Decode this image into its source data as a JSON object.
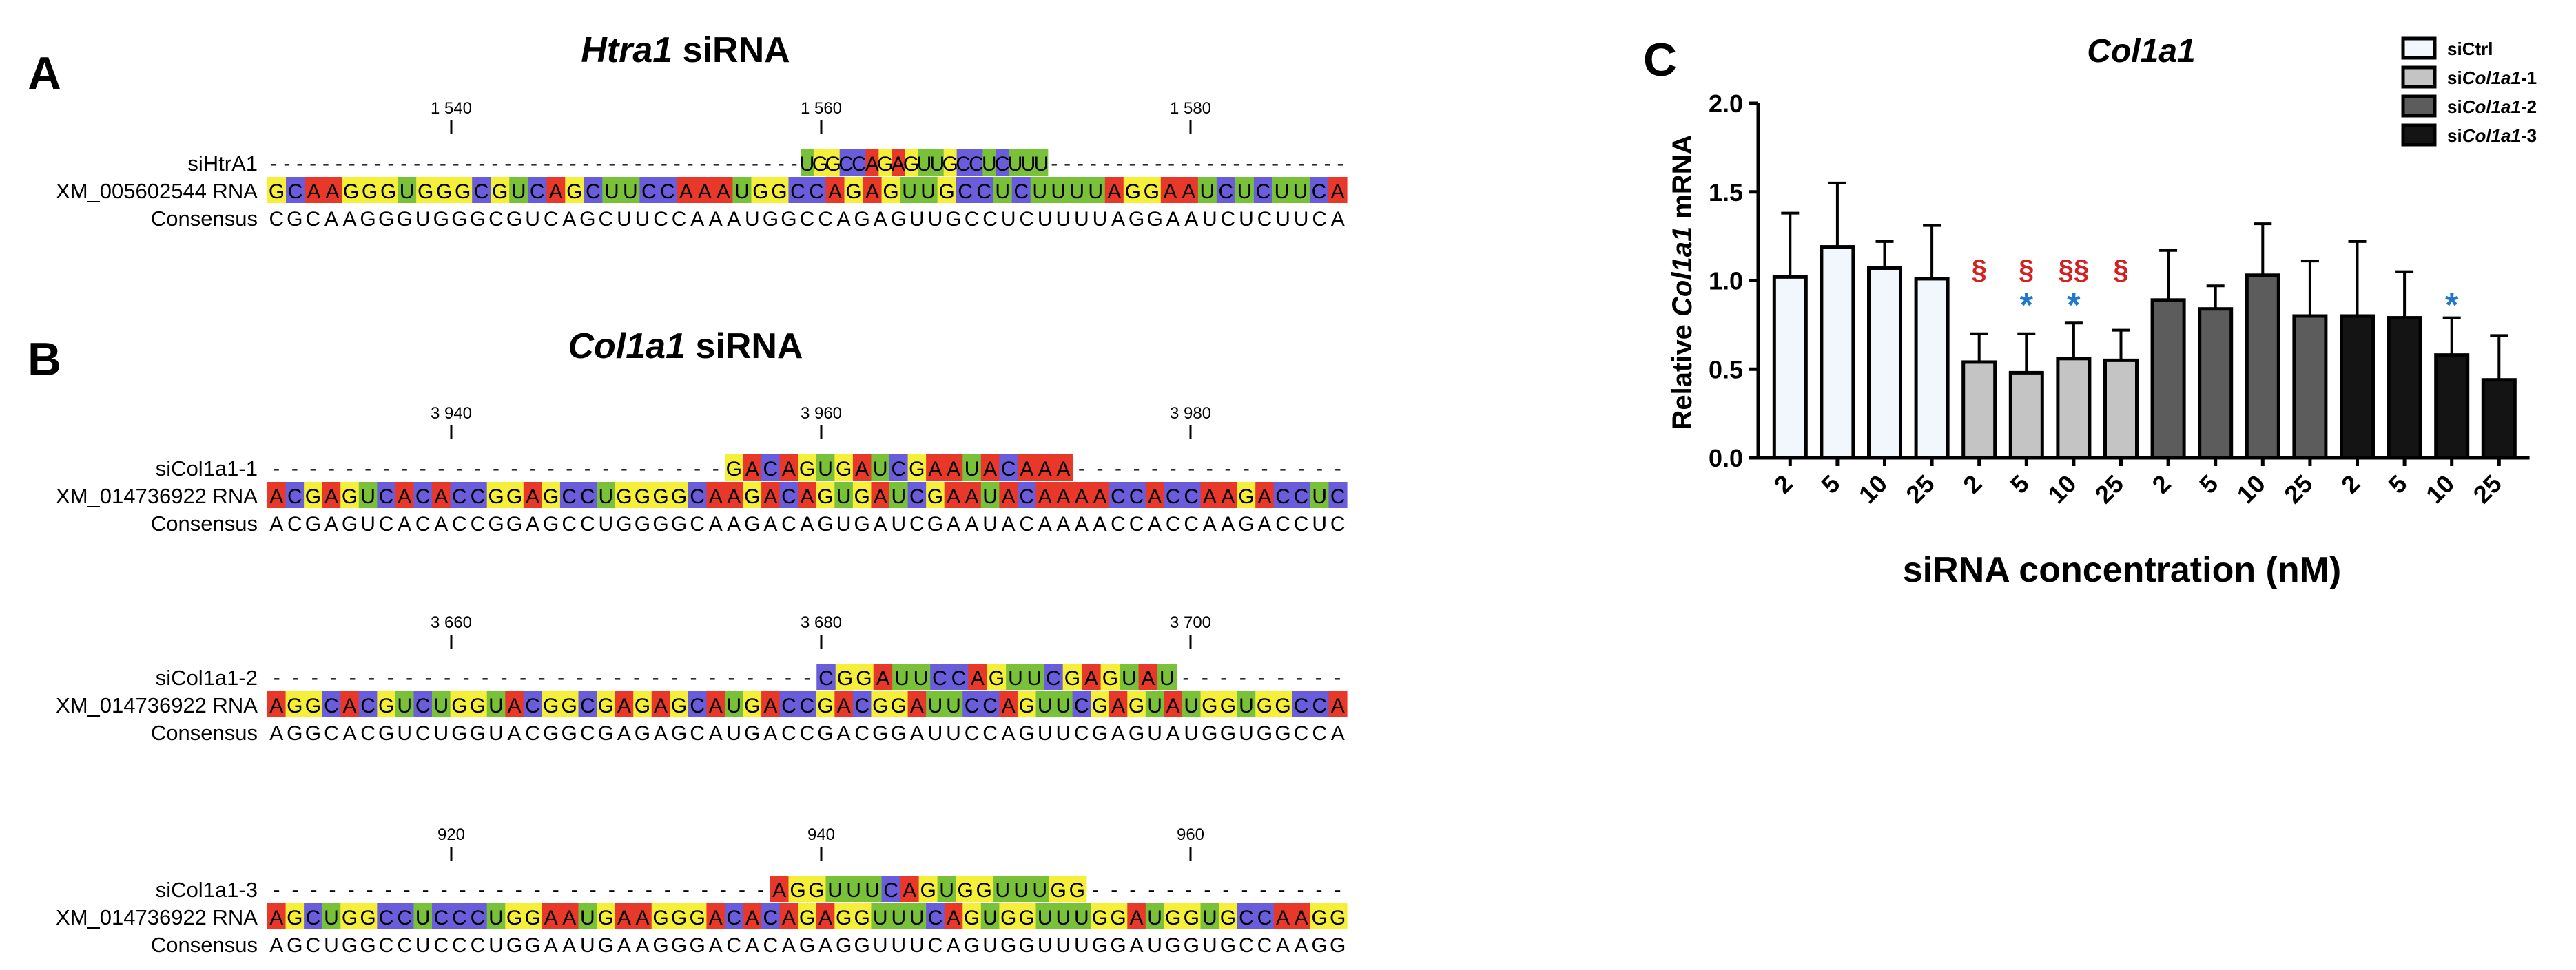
{
  "panel_a": {
    "letter": "A",
    "title_gene": "Htra1",
    "title_suffix": " siRNA",
    "positions": [
      "1 540",
      "1 560",
      "1 580"
    ],
    "rows": [
      {
        "label": "siHtrA1",
        "seq": "-----------------------------------------UGGCCAGAGUUGCCUCUUU-----------------------"
      },
      {
        "label": "XM_005602544 RNA",
        "seq": "GCAAGGGUGGGCGUCAGCUUCCAAAUGGCCAGAGUUGCCUCUUUUAGGAAUCUCUUCA"
      },
      {
        "label": "Consensus",
        "seq": "CGCAAGGGUGGGCGUCAGCUUCCAAAUGGCCAGAGUUGCCUCUUUUAGGAAUCUCUUCA"
      }
    ]
  },
  "panel_b": {
    "letter": "B",
    "title_gene": "Col1a1",
    "title_suffix": " siRNA",
    "blocks": [
      {
        "positions": [
          "3 940",
          "3 960",
          "3 980"
        ],
        "rows": [
          {
            "label": "siCol1a1-1",
            "seq": "-------------------------GACAGUGAUCGAAUACAAA---------------"
          },
          {
            "label": "XM_014736922 RNA",
            "seq": "ACGAGUCACACCGGAGCCUGGGGCAAGACAGUGAUCGAAUACAAAACCACCAAGACCUC"
          },
          {
            "label": "Consensus",
            "seq": "ACGAGUCACACCGGAGCCUGGGGCAAGACAGUGAUCGAAUACAAAACCACCAAGACCUC"
          }
        ]
      },
      {
        "positions": [
          "3 660",
          "3 680",
          "3 700"
        ],
        "rows": [
          {
            "label": "siCol1a1-2",
            "seq": "-----------------------------CGGAUUCCAGUUCGAGUAU---------"
          },
          {
            "label": "XM_014736922 RNA",
            "seq": "AGGCACGUCUGGUACGGCGAGAGCAUGACCGACGGAUUCCAGUUCGAGUAUGGUGGCCA"
          },
          {
            "label": "Consensus",
            "seq": "AGGCACGUCUGGUACGGCGAGAGCAUGACCGACGGAUUCCAGUUCGAGUAUGGUGGCCA"
          }
        ]
      },
      {
        "positions": [
          "920",
          "940",
          "960"
        ],
        "rows": [
          {
            "label": "siCol1a1-3",
            "seq": "---------------------------AGGUUUCAGUGGUUUGG--------------"
          },
          {
            "label": "XM_014736922 RNA",
            "seq": "AGCUGGCCUCCCUGGAAUGAAGGGACACAGAGGUUUCAGUGGUUUGGAUGGUGCCAAGG"
          },
          {
            "label": "Consensus",
            "seq": "AGCUGGCCUCCCUGGAAUGAAGGGACACAGAGGUUUCAGUGGUUUGGAUGGUGCCAAGG"
          }
        ]
      }
    ]
  },
  "nucleotide_colors": {
    "A": "#e8382a",
    "C": "#6a5ddb",
    "G": "#f5ef3a",
    "U": "#7ac13a"
  },
  "panel_c": {
    "letter": "C"
  },
  "chart_data": {
    "type": "bar",
    "title": "Col1a1",
    "ylabel_prefix": "Relative ",
    "ylabel_gene": "Col1a1",
    "ylabel_suffix": " mRNA",
    "xlabel": "siRNA concentration (nM)",
    "ylim": [
      0,
      2.0
    ],
    "yticks": [
      "0.0",
      "0.5",
      "1.0",
      "1.5",
      "2.0"
    ],
    "legend_position": "top-right",
    "legend": [
      {
        "prefix": "si",
        "name": "Ctrl",
        "italic": false,
        "color": "#f2f6fd"
      },
      {
        "prefix": "si",
        "name": "Col1a1",
        "suffix": "-1",
        "italic": true,
        "color": "#c4c4c4"
      },
      {
        "prefix": "si",
        "name": "Col1a1",
        "suffix": "-2",
        "italic": true,
        "color": "#5c5c5c"
      },
      {
        "prefix": "si",
        "name": "Col1a1",
        "suffix": "-3",
        "italic": true,
        "color": "#141414"
      }
    ],
    "groups": [
      {
        "name": "siCtrl",
        "categories": [
          "2",
          "5",
          "10",
          "25"
        ],
        "values": [
          1.02,
          1.19,
          1.07,
          1.01
        ],
        "errors": [
          0.36,
          0.36,
          0.15,
          0.3
        ]
      },
      {
        "name": "siCol1a1-1",
        "categories": [
          "2",
          "5",
          "10",
          "25"
        ],
        "values": [
          0.54,
          0.48,
          0.56,
          0.55
        ],
        "errors": [
          0.16,
          0.22,
          0.2,
          0.17
        ]
      },
      {
        "name": "siCol1a1-2",
        "categories": [
          "2",
          "5",
          "10",
          "25"
        ],
        "values": [
          0.89,
          0.84,
          1.03,
          0.8
        ],
        "errors": [
          0.28,
          0.13,
          0.29,
          0.31
        ]
      },
      {
        "name": "siCol1a1-3",
        "categories": [
          "2",
          "5",
          "10",
          "25"
        ],
        "values": [
          0.8,
          0.79,
          0.58,
          0.44
        ],
        "errors": [
          0.42,
          0.26,
          0.21,
          0.25
        ]
      }
    ],
    "annotations": [
      {
        "group": 1,
        "index": 0,
        "red": "§",
        "blue": ""
      },
      {
        "group": 1,
        "index": 1,
        "red": "§",
        "blue": "*"
      },
      {
        "group": 1,
        "index": 2,
        "red": "§§",
        "blue": "*"
      },
      {
        "group": 1,
        "index": 3,
        "red": "§",
        "blue": ""
      },
      {
        "group": 3,
        "index": 2,
        "red": "",
        "blue": "*"
      }
    ]
  }
}
